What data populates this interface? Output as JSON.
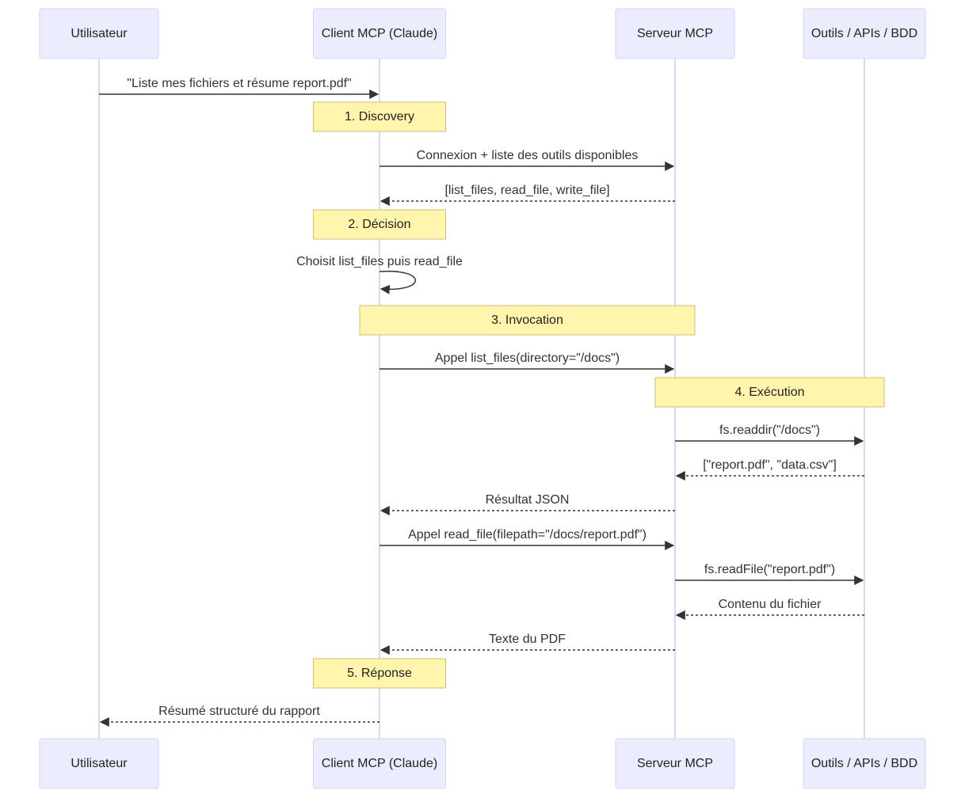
{
  "actors": [
    {
      "id": "user",
      "label": "Utilisateur"
    },
    {
      "id": "client",
      "label": "Client MCP (Claude)"
    },
    {
      "id": "server",
      "label": "Serveur MCP"
    },
    {
      "id": "tools",
      "label": "Outils / APIs / BDD"
    }
  ],
  "steps": [
    {
      "kind": "message",
      "from": "user",
      "to": "client",
      "label": "\"Liste mes fichiers et résume report.pdf\"",
      "style": "solid"
    },
    {
      "kind": "note",
      "over": [
        "client"
      ],
      "label": "1. Discovery"
    },
    {
      "kind": "message",
      "from": "client",
      "to": "server",
      "label": "Connexion + liste des outils disponibles",
      "style": "solid"
    },
    {
      "kind": "message",
      "from": "server",
      "to": "client",
      "label": "[list_files, read_file, write_file]",
      "style": "dashed"
    },
    {
      "kind": "note",
      "over": [
        "client"
      ],
      "label": "2. Décision"
    },
    {
      "kind": "self",
      "on": "client",
      "label": "Choisit list_files puis read_file"
    },
    {
      "kind": "note",
      "over": [
        "client",
        "server"
      ],
      "label": "3. Invocation"
    },
    {
      "kind": "message",
      "from": "client",
      "to": "server",
      "label": "Appel list_files(directory=\"/docs\")",
      "style": "solid"
    },
    {
      "kind": "note",
      "over": [
        "server",
        "tools"
      ],
      "label": "4. Exécution"
    },
    {
      "kind": "message",
      "from": "server",
      "to": "tools",
      "label": "fs.readdir(\"/docs\")",
      "style": "solid"
    },
    {
      "kind": "message",
      "from": "tools",
      "to": "server",
      "label": "[\"report.pdf\", \"data.csv\"]",
      "style": "dashed"
    },
    {
      "kind": "message",
      "from": "server",
      "to": "client",
      "label": "Résultat JSON",
      "style": "dashed"
    },
    {
      "kind": "message",
      "from": "client",
      "to": "server",
      "label": "Appel read_file(filepath=\"/docs/report.pdf\")",
      "style": "solid"
    },
    {
      "kind": "message",
      "from": "server",
      "to": "tools",
      "label": "fs.readFile(\"report.pdf\")",
      "style": "solid"
    },
    {
      "kind": "message",
      "from": "tools",
      "to": "server",
      "label": "Contenu du fichier",
      "style": "dashed"
    },
    {
      "kind": "message",
      "from": "server",
      "to": "client",
      "label": "Texte du PDF",
      "style": "dashed"
    },
    {
      "kind": "note",
      "over": [
        "client"
      ],
      "label": "5. Réponse"
    },
    {
      "kind": "message",
      "from": "client",
      "to": "user",
      "label": "Résumé structuré du rapport",
      "style": "dashed"
    }
  ],
  "colors": {
    "actor_fill": "#ECECFF",
    "note_fill": "#FFF5AD",
    "line": "#333333",
    "lifeline": "#ccccf0"
  }
}
